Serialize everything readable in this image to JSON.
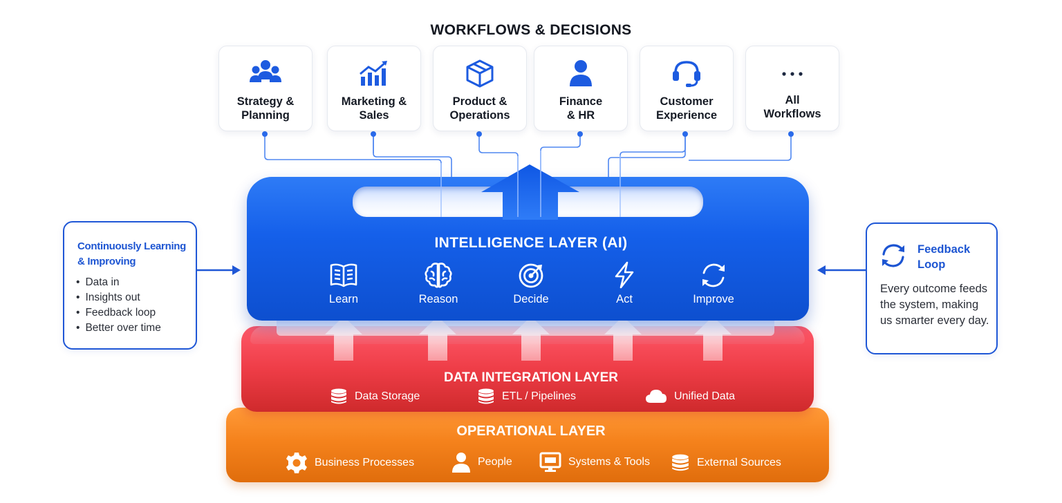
{
  "header": {
    "title": "WORKFLOWS & DECISIONS"
  },
  "workflows": [
    {
      "label": "Strategy &\nPlanning",
      "icon": "team-icon"
    },
    {
      "label": "Marketing &\nSales",
      "icon": "growth-chart-icon"
    },
    {
      "label": "Product &\nOperations",
      "icon": "box-icon"
    },
    {
      "label": "Finance\n& HR",
      "icon": "person-icon"
    },
    {
      "label": "Customer\nExperience",
      "icon": "headset-icon"
    },
    {
      "label": "All\nWorkflows",
      "icon": "more-dots-icon"
    }
  ],
  "intelligence_layer": {
    "title": "INTELLIGENCE LAYER (AI)",
    "capabilities": [
      {
        "label": "Learn",
        "icon": "book-icon"
      },
      {
        "label": "Reason",
        "icon": "brain-icon"
      },
      {
        "label": "Decide",
        "icon": "target-icon"
      },
      {
        "label": "Act",
        "icon": "lightning-icon"
      },
      {
        "label": "Improve",
        "icon": "cycle-icon"
      }
    ]
  },
  "data_layer": {
    "title": "DATA INTEGRATION LAYER",
    "items": [
      {
        "label": "Data Storage",
        "icon": "database-icon"
      },
      {
        "label": "ETL / Pipelines",
        "icon": "database-icon"
      },
      {
        "label": "Unified Data",
        "icon": "cloud-icon"
      }
    ]
  },
  "operational_layer": {
    "title": "OPERATIONAL LAYER",
    "items": [
      {
        "label": "Business Processes",
        "icon": "gear-icon"
      },
      {
        "label": "People",
        "icon": "person-icon"
      },
      {
        "label": "Systems & Tools",
        "icon": "monitor-icon"
      },
      {
        "label": "External Sources",
        "icon": "database-icon"
      }
    ]
  },
  "left_panel": {
    "title": "Continuously Learning & Improving",
    "items": [
      "Data in",
      "Insights out",
      "Feedback loop",
      "Better over time"
    ]
  },
  "right_panel": {
    "title": "Feedback\nLoop",
    "text": "Every outcome feeds the system, making us smarter every day.",
    "icon": "refresh-icon"
  },
  "colors": {
    "accent_blue": "#1560ea",
    "data_red": "#ee3d47",
    "operational_orange": "#f5821c"
  }
}
